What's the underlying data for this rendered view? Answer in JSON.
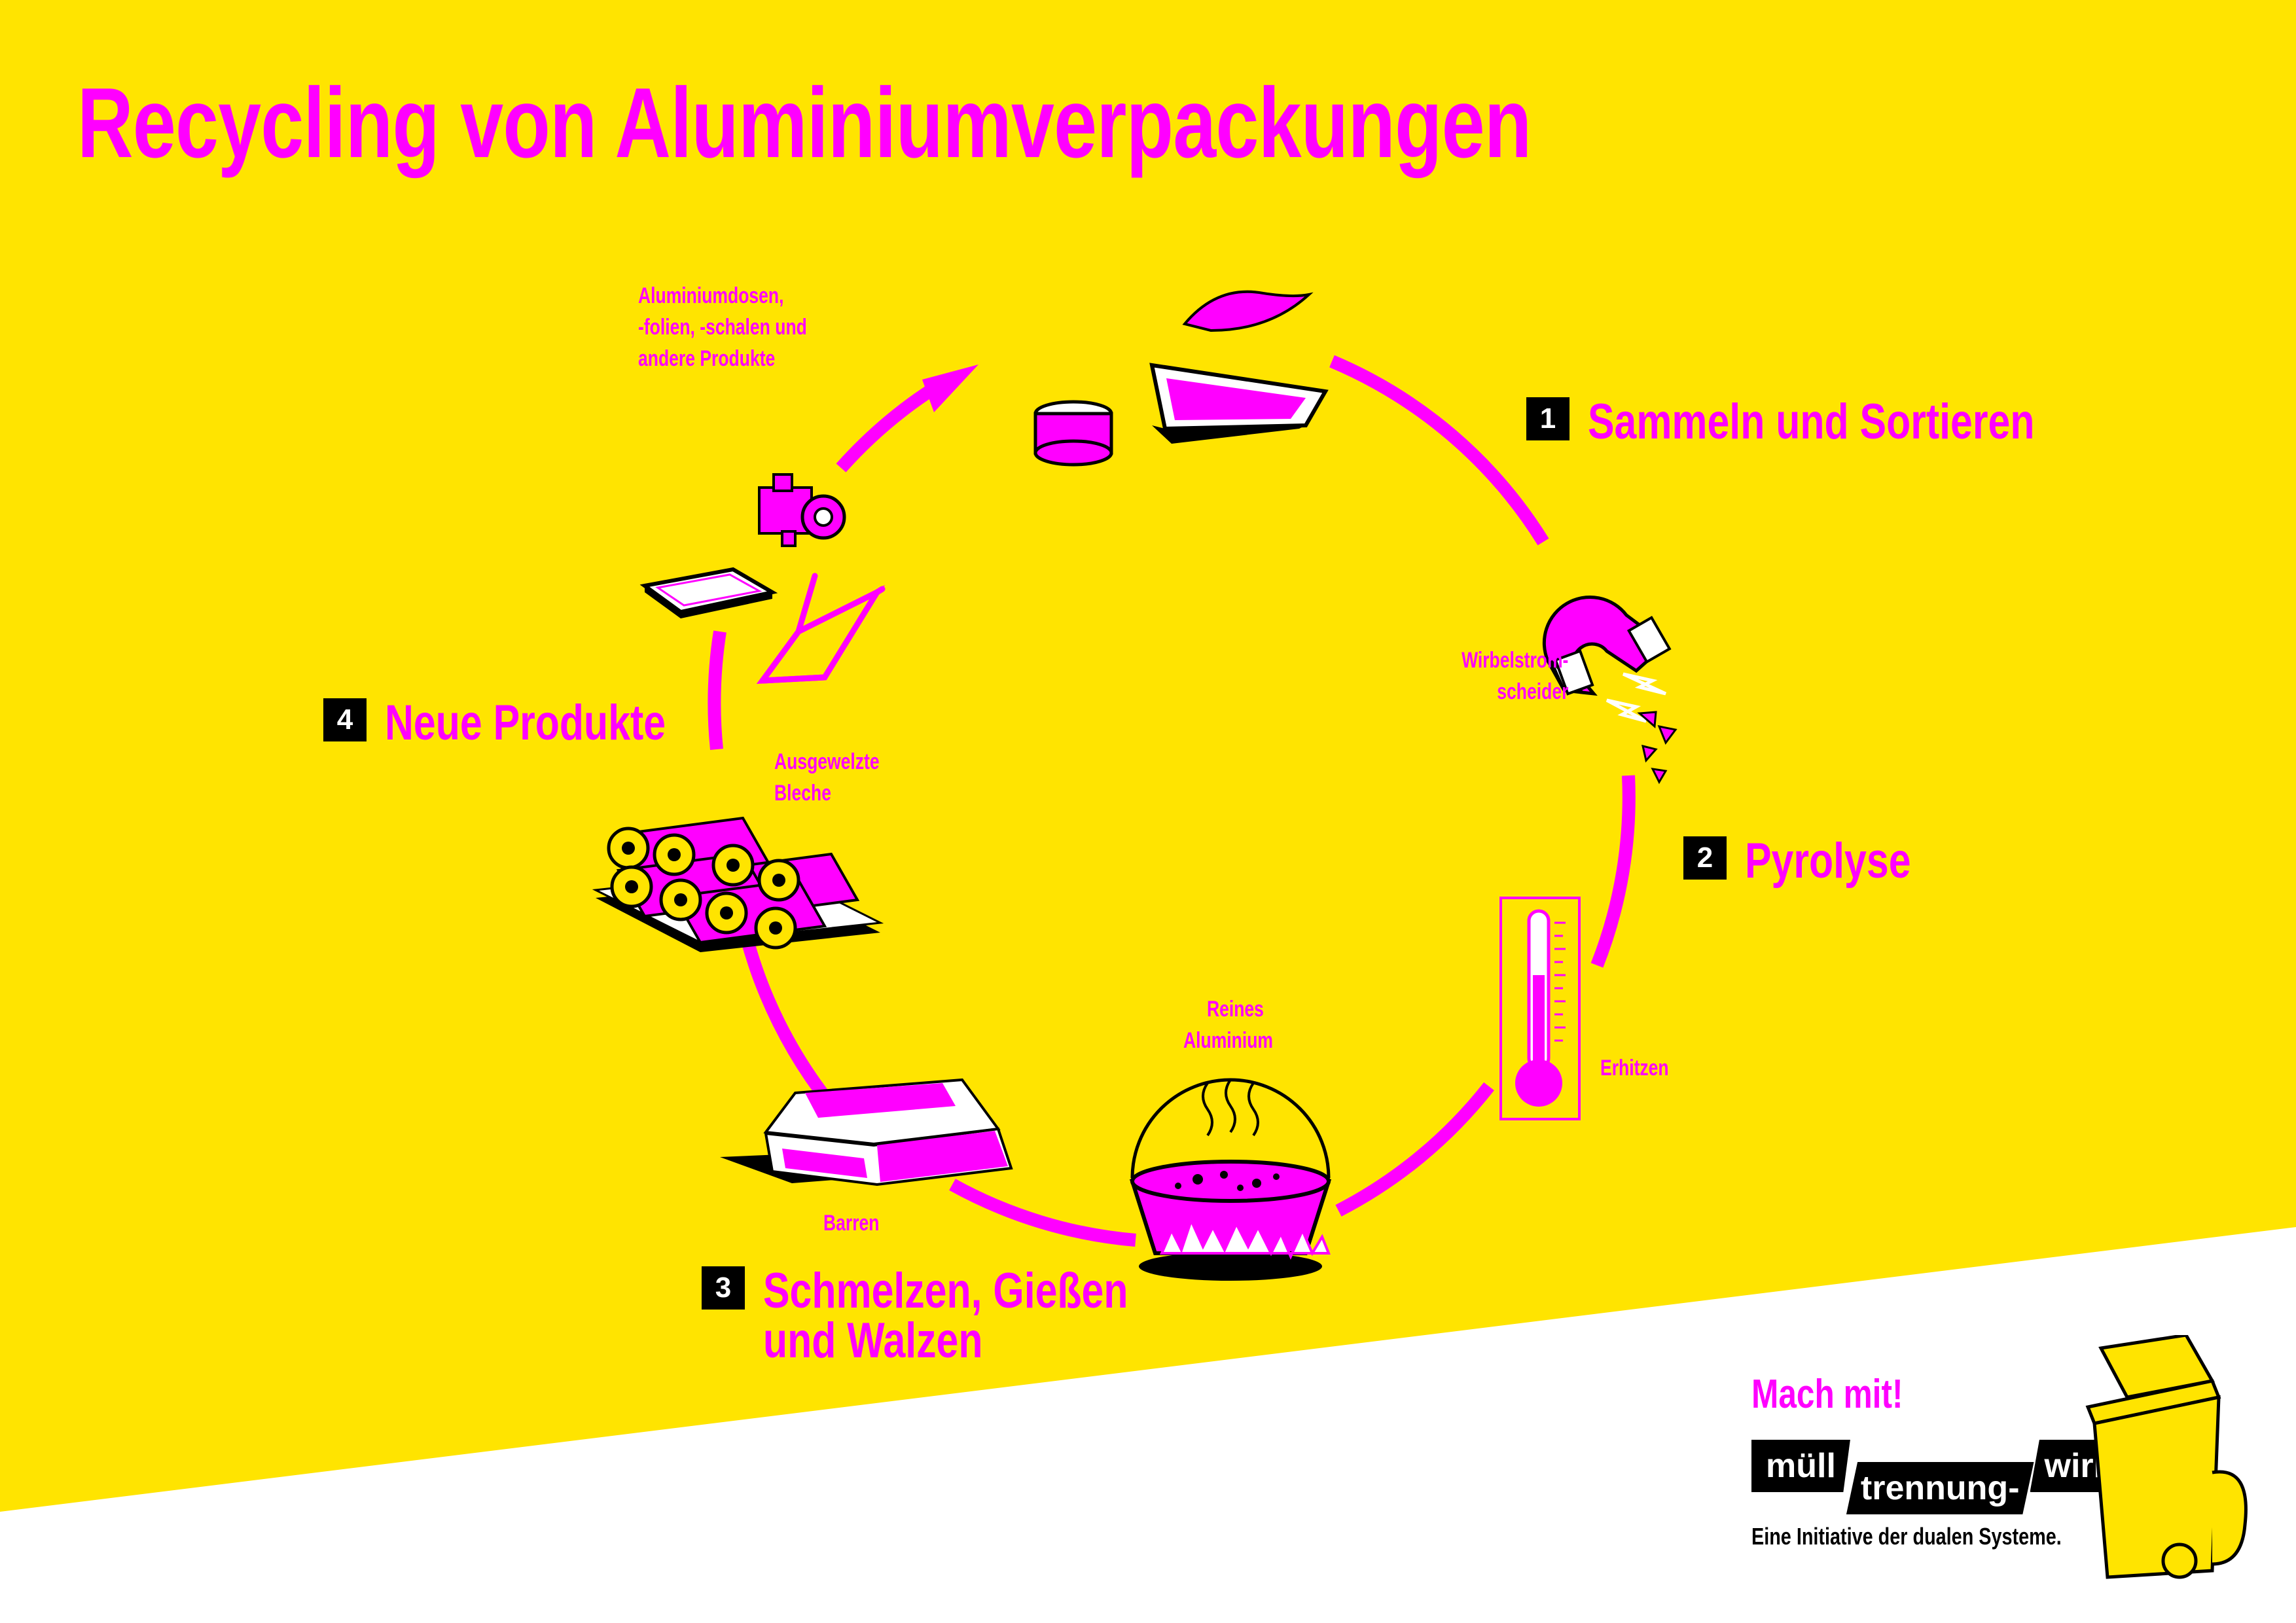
{
  "title": "Recycling von Aluminiumverpackungen",
  "steps": [
    {
      "number": "1",
      "label": "Sammeln und Sortieren"
    },
    {
      "number": "2",
      "label": "Pyrolyse"
    },
    {
      "number": "3",
      "label_line1": "Schmelzen, Gießen",
      "label_line2": "und Walzen"
    },
    {
      "number": "4",
      "label": "Neue Produkte"
    }
  ],
  "captions": {
    "products_line1": "Aluminiumdosen,",
    "products_line2": "-folien, -schalen und",
    "products_line3": "andere Produkte",
    "wirbel_line1": "Wirbelstrom-",
    "wirbel_line2": "scheider",
    "erhitzen": "Erhitzen",
    "reines_line1": "Reines",
    "reines_line2": "Aluminium",
    "barren": "Barren",
    "bleche_line1": "Ausgewelzte",
    "bleche_line2": "Bleche"
  },
  "footer": {
    "mach_mit": "Mach mit!",
    "brand": [
      "müll",
      "trennung-",
      "wirkt.de"
    ],
    "initiative": "Eine Initiative der dualen Systeme."
  },
  "colors": {
    "background": "#ffe400",
    "accent": "#ff00ff",
    "text_dark": "#000000",
    "footer_bg": "#ffffff"
  }
}
